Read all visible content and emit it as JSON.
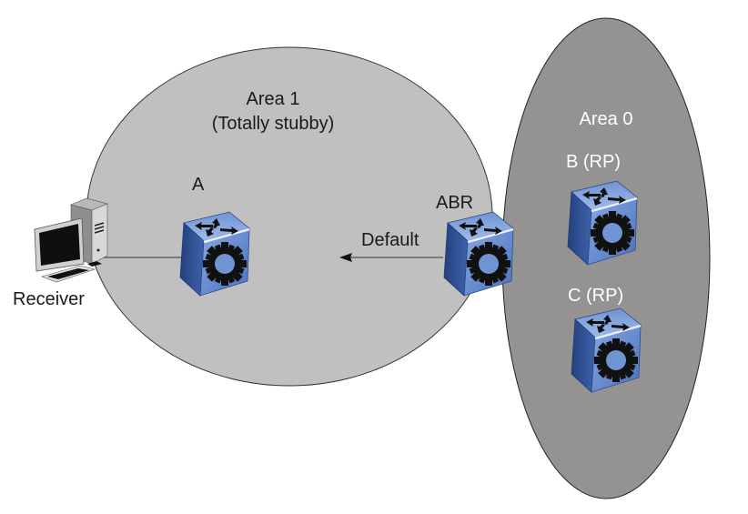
{
  "diagram": {
    "areas": [
      {
        "id": "area1",
        "title": "Area 1",
        "subtitle": "(Totally stubby)",
        "fill": "#c0c0c0"
      },
      {
        "id": "area0",
        "title": "Area 0",
        "fill": "#949391"
      }
    ],
    "nodes": [
      {
        "id": "receiver",
        "label": "Receiver",
        "type": "workstation"
      },
      {
        "id": "A",
        "label": "A",
        "type": "router"
      },
      {
        "id": "ABR",
        "label": "ABR",
        "type": "router"
      },
      {
        "id": "B",
        "label": "B (RP)",
        "type": "router"
      },
      {
        "id": "C",
        "label": "C (RP)",
        "type": "router"
      }
    ],
    "links": [
      {
        "from": "receiver",
        "to": "A",
        "label": ""
      },
      {
        "from": "ABR",
        "to": "A",
        "label": "Default",
        "arrow": "toward A"
      }
    ],
    "colors": {
      "router_face": "#5b82c8",
      "router_top": "#7d9fd8",
      "router_side": "#2f4f94",
      "gear": "#111111",
      "outline": "#2a2a2a"
    }
  }
}
